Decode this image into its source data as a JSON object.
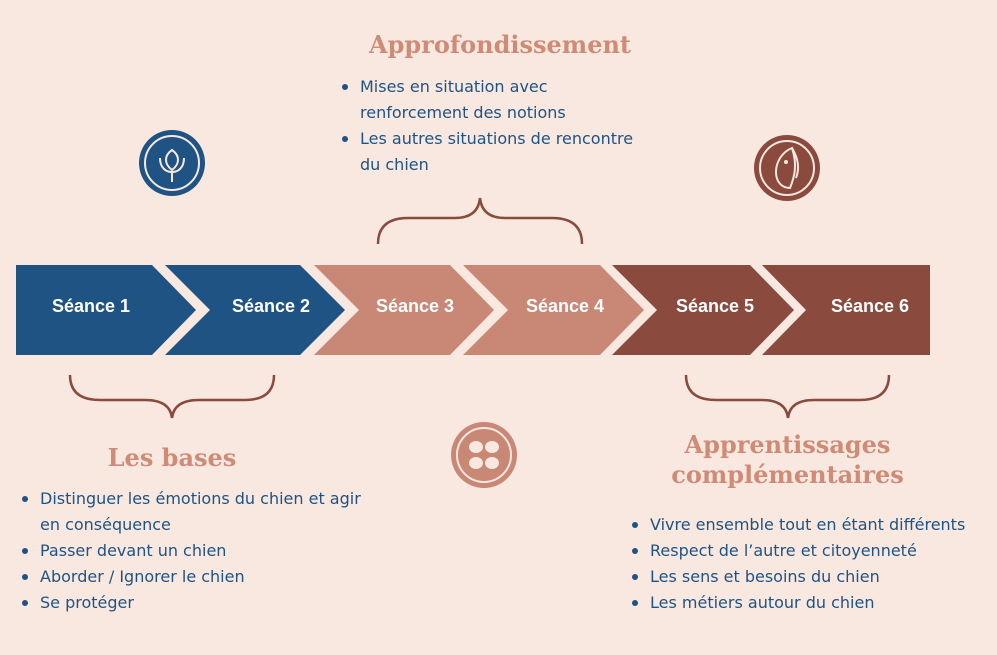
{
  "sessions": [
    {
      "label": "Séance 1",
      "color": "#1f5384"
    },
    {
      "label": "Séance 2",
      "color": "#1f5384"
    },
    {
      "label": "Séance 3",
      "color": "#c98776"
    },
    {
      "label": "Séance 4",
      "color": "#c98776"
    },
    {
      "label": "Séance 5",
      "color": "#8b4a3e"
    },
    {
      "label": "Séance 6",
      "color": "#8b4a3e"
    }
  ],
  "groups": {
    "bases": {
      "title": "Les bases",
      "items": [
        "Distinguer les émotions du chien et agir en conséquence",
        "Passer devant un chien",
        "Aborder / Ignorer le chien",
        "Se protéger"
      ]
    },
    "approfondissement": {
      "title": "Approfondissement",
      "items": [
        "Mises en situation avec renforcement des notions",
        "Les autres situations de rencontre du chien"
      ]
    },
    "complementaires": {
      "title": "Apprentissages complémentaires",
      "items": [
        "Vivre ensemble tout en étant différents",
        "Respect de l’autre et citoyenneté",
        "Les sens et besoins du chien",
        "Les métiers autour du chien"
      ]
    }
  },
  "icons": [
    {
      "name": "flower-icon",
      "color": "#1f5384"
    },
    {
      "name": "petals-icon",
      "color": "#c98776"
    },
    {
      "name": "dog-head-icon",
      "color": "#8b4a3e"
    }
  ],
  "colors": {
    "background": "#f8e8df",
    "heading": "#d08b77",
    "text": "#1f5384",
    "brace": "#8b4a3e"
  }
}
